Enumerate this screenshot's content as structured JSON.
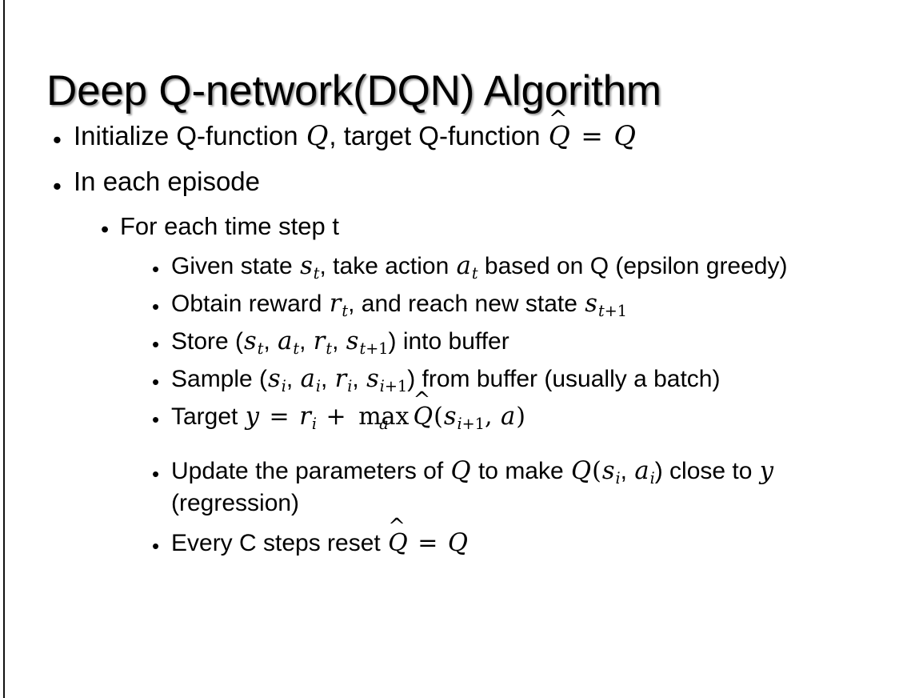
{
  "slide": {
    "title": "Deep Q-network(DQN) Algorithm",
    "bullet_glyph": "•",
    "accent_color": "#000000",
    "background_color": "#ffffff",
    "edge_line_color": "#111111"
  },
  "content": {
    "items": [
      {
        "level": 1,
        "id": "initialize",
        "plain": "Initialize Q-function Q, target Q-function Q̂ = Q",
        "parts": {
          "p1": "Initialize Q-function ",
          "m1": "Q",
          "p2": ", target Q-function ",
          "m2": "Q",
          "hat": "^",
          "p3": " = ",
          "m3": "Q"
        }
      },
      {
        "level": 1,
        "id": "in-each-episode",
        "plain": "In each episode",
        "parts": {
          "p1": "In each episode"
        }
      },
      {
        "level": 2,
        "id": "for-each-time-step",
        "plain": "For each time step t",
        "parts": {
          "p1": "For each time step t"
        }
      },
      {
        "level": 3,
        "id": "given-state",
        "plain": "Given state s_t, take action a_t based on Q (epsilon greedy)",
        "parts": {
          "p1": "Given state ",
          "m1": "s",
          "sub1": "t",
          "p2": ", take action ",
          "m2": "a",
          "sub2": "t",
          "p3": " based on Q (epsilon greedy)"
        }
      },
      {
        "level": 3,
        "id": "obtain-reward",
        "plain": "Obtain reward r_t, and reach new state s_{t+1}",
        "parts": {
          "p1": "Obtain reward ",
          "m1": "r",
          "sub1": "t",
          "p2": ", and reach new state ",
          "m2": "s",
          "sub2": "t",
          "sub2b": "+1"
        }
      },
      {
        "level": 3,
        "id": "store-transition",
        "plain": "Store (s_t, a_t, r_t, s_{t+1}) into buffer",
        "parts": {
          "p1": "Store (",
          "m1": "s",
          "sub1": "t",
          "p2": ", ",
          "m2": "a",
          "sub2": "t",
          "p3": ", ",
          "m3": "r",
          "sub3": "t",
          "p4": ", ",
          "m4": "s",
          "sub4": "t",
          "sub4b": "+1",
          "p5": ") into buffer"
        }
      },
      {
        "level": 3,
        "id": "sample-batch",
        "plain": "Sample (s_i, a_i, r_i, s_{i+1}) from buffer (usually a batch)",
        "parts": {
          "p1": "Sample (",
          "m1": "s",
          "sub1": "i",
          "p2": ", ",
          "m2": "a",
          "sub2": "i",
          "p3": ", ",
          "m3": "r",
          "sub3": "i",
          "p4": ", ",
          "m4": "s",
          "sub4": "i",
          "sub4b": "+1",
          "p5": ") from buffer (usually a batch)"
        }
      },
      {
        "level": 3,
        "id": "target-equation",
        "plain": "Target y = r_i + max_a Q̂(s_{i+1}, a)",
        "parts": {
          "p1": "Target ",
          "m1": "y",
          "p2": " = ",
          "m2": "r",
          "sub2": "i",
          "p3": " + ",
          "maxlabel": "max",
          "maxsub": "a",
          "m3": "Q",
          "hat": "^",
          "p4": "(",
          "m4": "s",
          "sub4": "i",
          "sub4b": "+1",
          "p5": ", ",
          "m5": "a",
          "p6": ")"
        }
      },
      {
        "level": 3,
        "id": "update-parameters",
        "plain": "Update the parameters of Q to make Q(s_i, a_i) close to y (regression)",
        "parts": {
          "p1": "Update the parameters of ",
          "m1": "Q",
          "p2": " to make ",
          "m2": "Q",
          "p3": "(",
          "m3": "s",
          "sub3": "i",
          "p4": ", ",
          "m4": "a",
          "sub4": "i",
          "p5": ") close to ",
          "m5": "y",
          "p6": " (regression)"
        }
      },
      {
        "level": 3,
        "id": "reset-target-network",
        "plain": "Every C steps reset Q̂ = Q",
        "parts": {
          "p1": "Every C steps reset ",
          "m1": "Q",
          "hat": "^",
          "p2": " = ",
          "m2": "Q"
        }
      }
    ]
  }
}
